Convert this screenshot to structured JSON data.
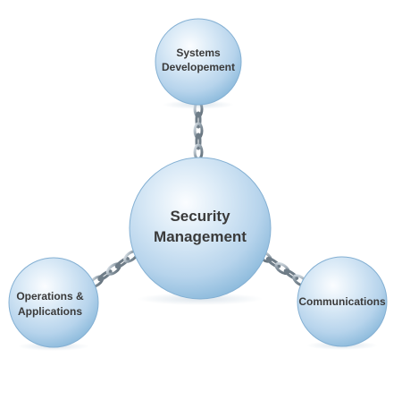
{
  "nodes": {
    "center": {
      "line1": "Security",
      "line2": "Management"
    },
    "top": {
      "line1": "Systems",
      "line2": "Developement"
    },
    "left": {
      "line1": "Operations &",
      "line2": "Applications"
    },
    "right": {
      "line1": "Communications"
    }
  },
  "colors": {
    "sphere_light": "#f4f9fd",
    "sphere_mid": "#c9e0f1",
    "sphere_dark": "#8fbcdd",
    "sphere_edge": "#7aa9cf",
    "chain": "#7f8c96",
    "label": "#3a3a3a"
  }
}
